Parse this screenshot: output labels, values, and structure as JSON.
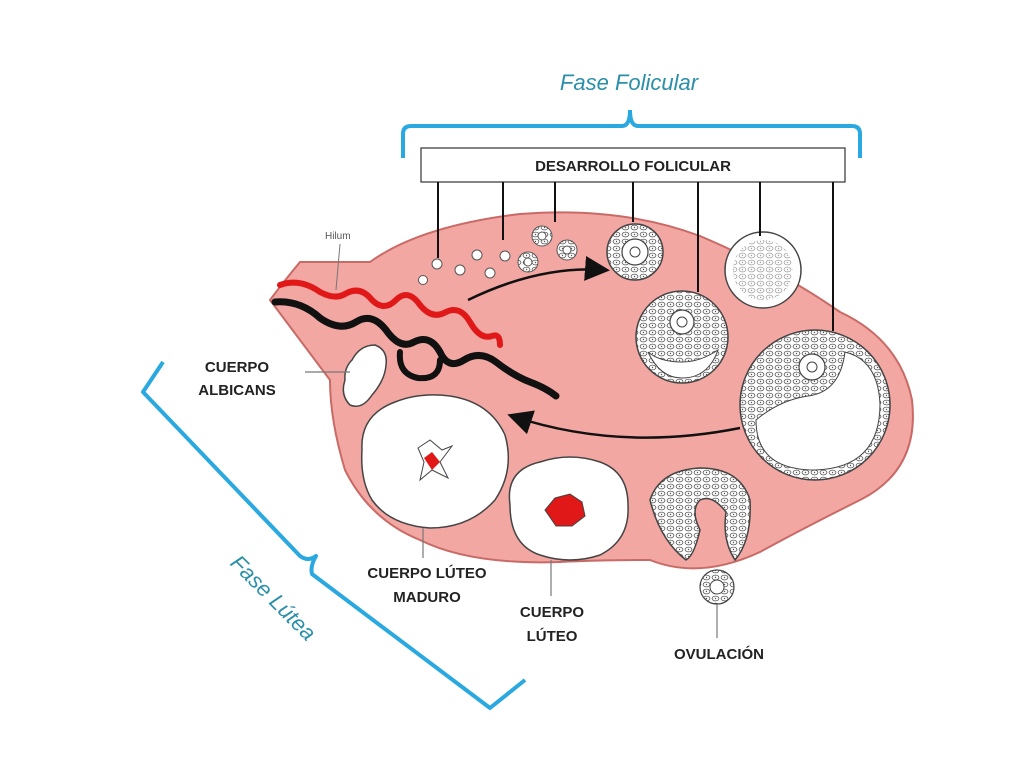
{
  "phases": {
    "follicular": "Fase Folicular",
    "luteal": "Fase Lútea"
  },
  "header_box": "DESARROLLO FOLICULAR",
  "labels": {
    "hilum": "Hilum",
    "albicans_line1": "CUERPO",
    "albicans_line2": "ALBICANS",
    "mature_luteum_line1": "CUERPO LÚTEO",
    "mature_luteum_line2": "MADURO",
    "luteum_line1": "CUERPO",
    "luteum_line2": "LÚTEO",
    "ovulation": "OVULACIÓN"
  },
  "colors": {
    "ovary_fill": "#f2a7a2",
    "ovary_stroke": "#c96a66",
    "bracket": "#2aa8e0",
    "phase_text": "#2a8fa8",
    "vessel_red": "#e01818",
    "vessel_black": "#111111"
  }
}
